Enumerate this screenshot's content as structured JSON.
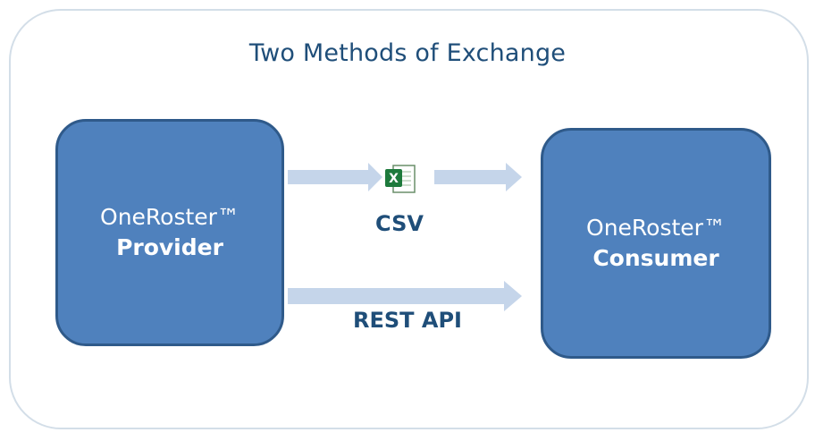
{
  "diagram": {
    "title": "Two Methods of Exchange",
    "provider": {
      "name": "OneRoster™",
      "role": "Provider"
    },
    "consumer": {
      "name": "OneRoster™",
      "role": "Consumer"
    },
    "methods": [
      {
        "label": "CSV",
        "icon": "excel-file-icon"
      },
      {
        "label": "REST API"
      }
    ]
  },
  "colors": {
    "box_fill": "#4f81bd",
    "box_border": "#2f5a8a",
    "arrow": "#c5d5ea",
    "title_text": "#1f4e79"
  }
}
